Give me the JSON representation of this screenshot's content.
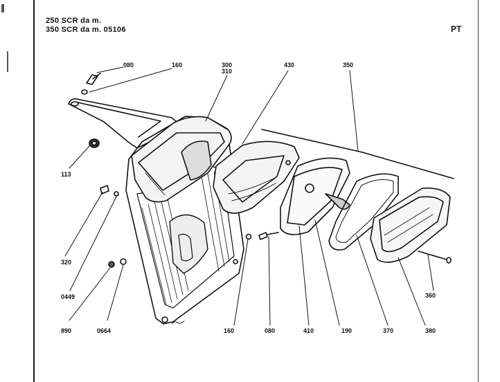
{
  "header": {
    "line1": "250 SCR da m.",
    "line2": "350 SCR da m. 05106",
    "section_code": "PT"
  },
  "part_labels": {
    "p080_top": "080",
    "p160_top": "160",
    "p300": "300",
    "p310": "310",
    "p430": "430",
    "p350": "350",
    "p113": "113",
    "p320": "320",
    "p0449": "0449",
    "p890": "890",
    "p0664": "0664",
    "p160_bottom": "160",
    "p080_bottom": "080",
    "p410": "410",
    "p190": "190",
    "p370": "370",
    "p380": "380",
    "p360": "360"
  }
}
